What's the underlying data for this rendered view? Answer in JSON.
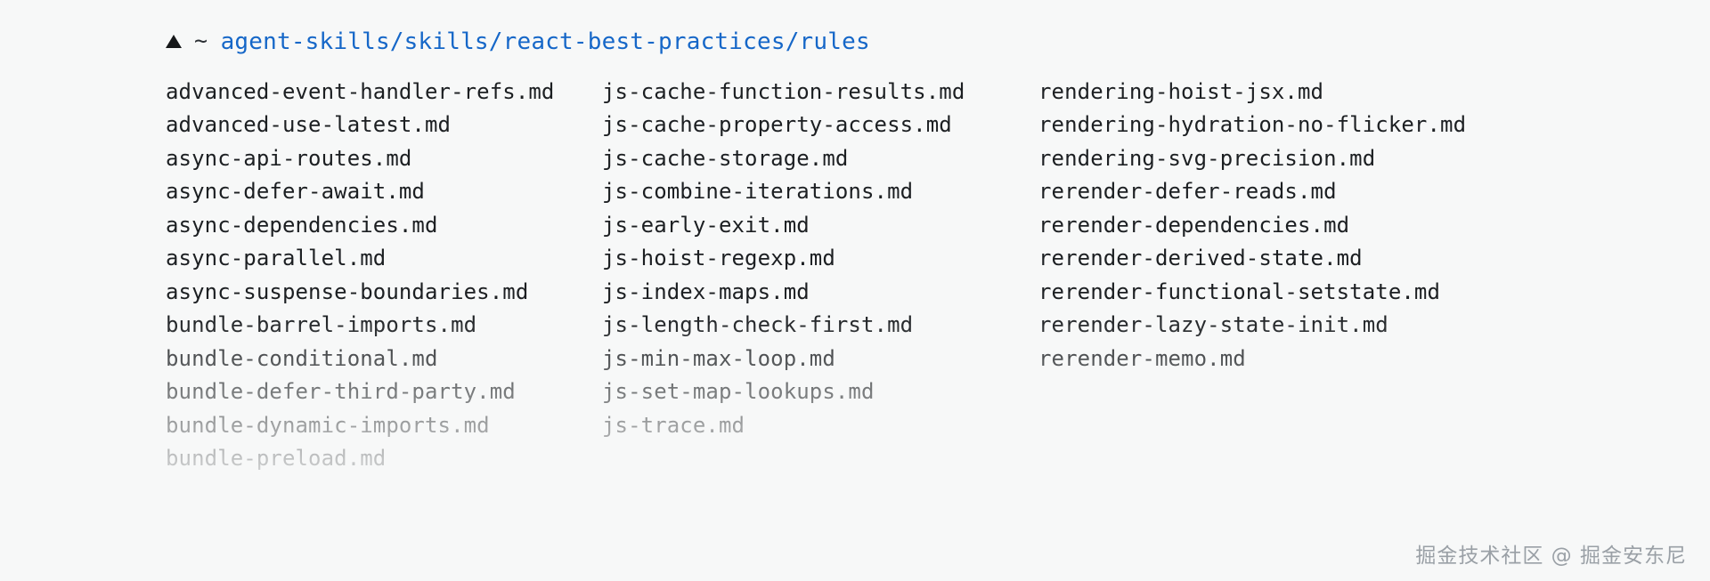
{
  "background_color": "#f7f8f8",
  "prompt": {
    "indicator_icon": "triangle-up-icon",
    "home_symbol": "~",
    "path": "agent-skills/skills/react-best-practices/rules",
    "path_color": "#1667c8"
  },
  "listing": {
    "columns": [
      {
        "name": "column-1",
        "entries": [
          "advanced-event-handler-refs.md",
          "advanced-use-latest.md",
          "async-api-routes.md",
          "async-defer-await.md",
          "async-dependencies.md",
          "async-parallel.md",
          "async-suspense-boundaries.md",
          "bundle-barrel-imports.md",
          "bundle-conditional.md",
          "bundle-defer-third-party.md",
          "bundle-dynamic-imports.md",
          "bundle-preload.md"
        ]
      },
      {
        "name": "column-2",
        "entries": [
          "js-cache-function-results.md",
          "js-cache-property-access.md",
          "js-cache-storage.md",
          "js-combine-iterations.md",
          "js-early-exit.md",
          "js-hoist-regexp.md",
          "js-index-maps.md",
          "js-length-check-first.md",
          "js-min-max-loop.md",
          "js-set-map-lookups.md",
          "js-trace.md"
        ]
      },
      {
        "name": "column-3",
        "entries": [
          "rendering-hoist-jsx.md",
          "rendering-hydration-no-flicker.md",
          "rendering-svg-precision.md",
          "rerender-defer-reads.md",
          "rerender-dependencies.md",
          "rerender-derived-state.md",
          "rerender-functional-setstate.md",
          "rerender-lazy-state-init.md",
          "rerender-memo.md"
        ]
      }
    ]
  },
  "watermark": {
    "text": "掘金技术社区 @ 掘金安东尼"
  }
}
